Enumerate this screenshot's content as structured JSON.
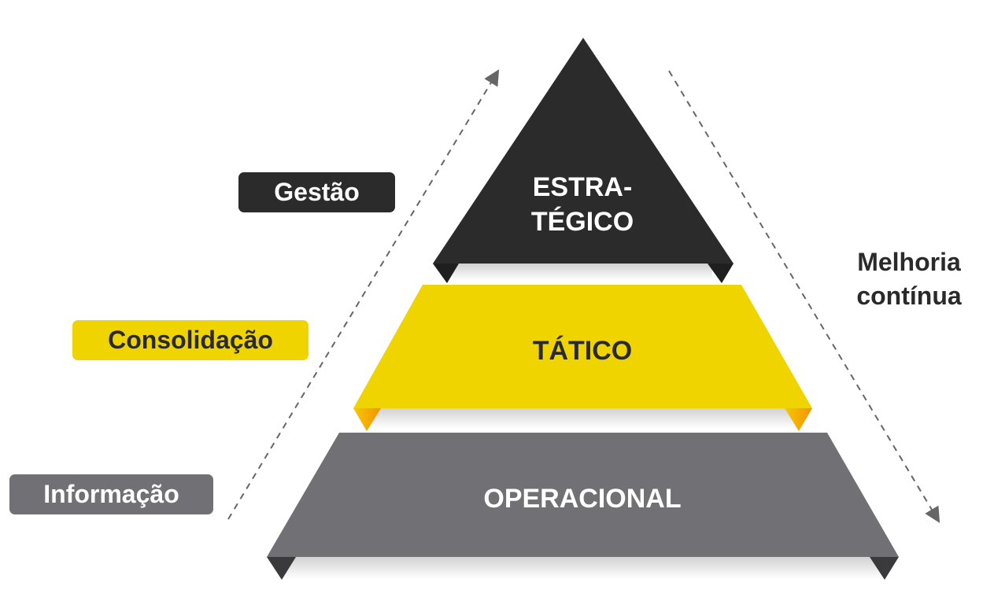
{
  "labels": {
    "gestao": "Gestão",
    "consolidacao": "Consolidação",
    "informacao": "Informação"
  },
  "tiers": {
    "estrategico_line1": "ESTRA-",
    "estrategico_line2": "TÉGICO",
    "tatico": "TÁTICO",
    "operacional": "OPERACIONAL"
  },
  "side_text": {
    "line1": "Melhoria",
    "line2": "contínua"
  },
  "colors": {
    "dark": "#2b2b2b",
    "yellow": "#f0d400",
    "gray": "#717075",
    "flap_yellow": "#f5a300"
  }
}
